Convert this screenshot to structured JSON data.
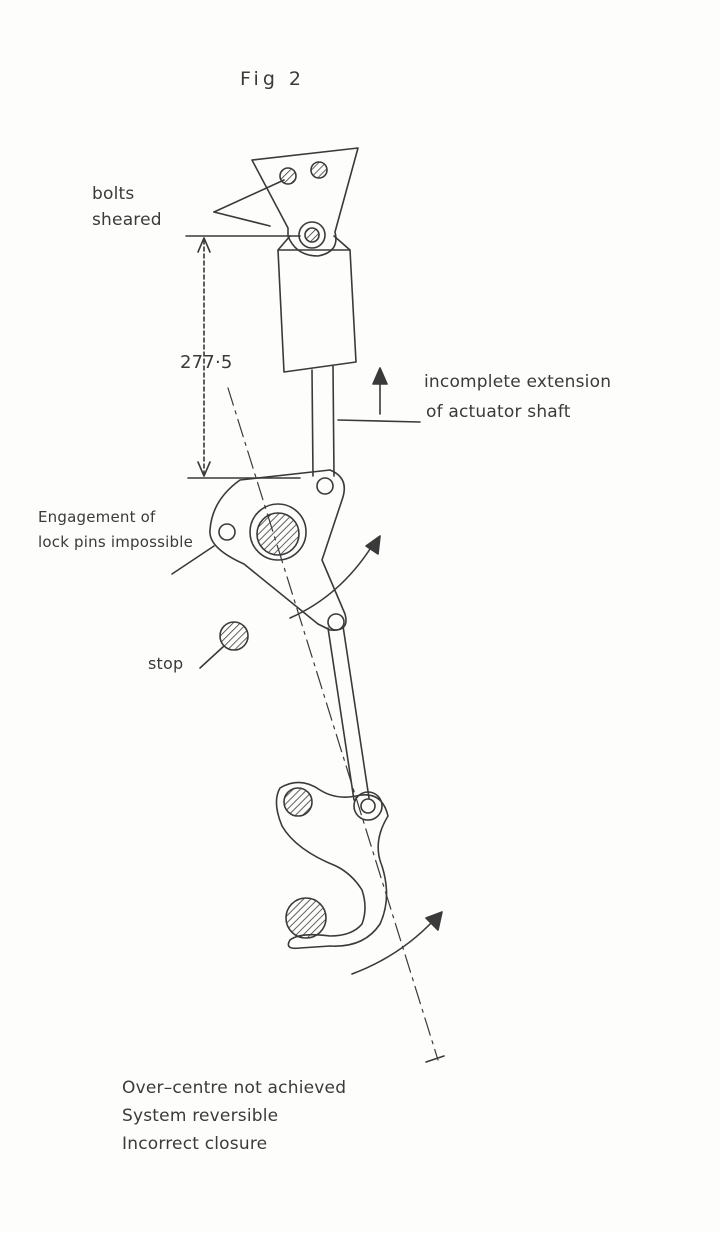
{
  "figure": {
    "title": "Fig 2",
    "labels": {
      "bolts_line1": "bolts",
      "bolts_line2": "sheared",
      "dimension": "277·5",
      "extension_line1": "incomplete extension",
      "extension_line2": "of actuator shaft",
      "engagement_line1": "Engagement of",
      "engagement_line2": "lock pins impossible",
      "stop": "stop"
    },
    "notes": [
      "Over–centre not achieved",
      "System reversible",
      "Incorrect closure"
    ],
    "colors": {
      "ink": "#3a3a3a",
      "paper": "#fdfdfc"
    }
  }
}
